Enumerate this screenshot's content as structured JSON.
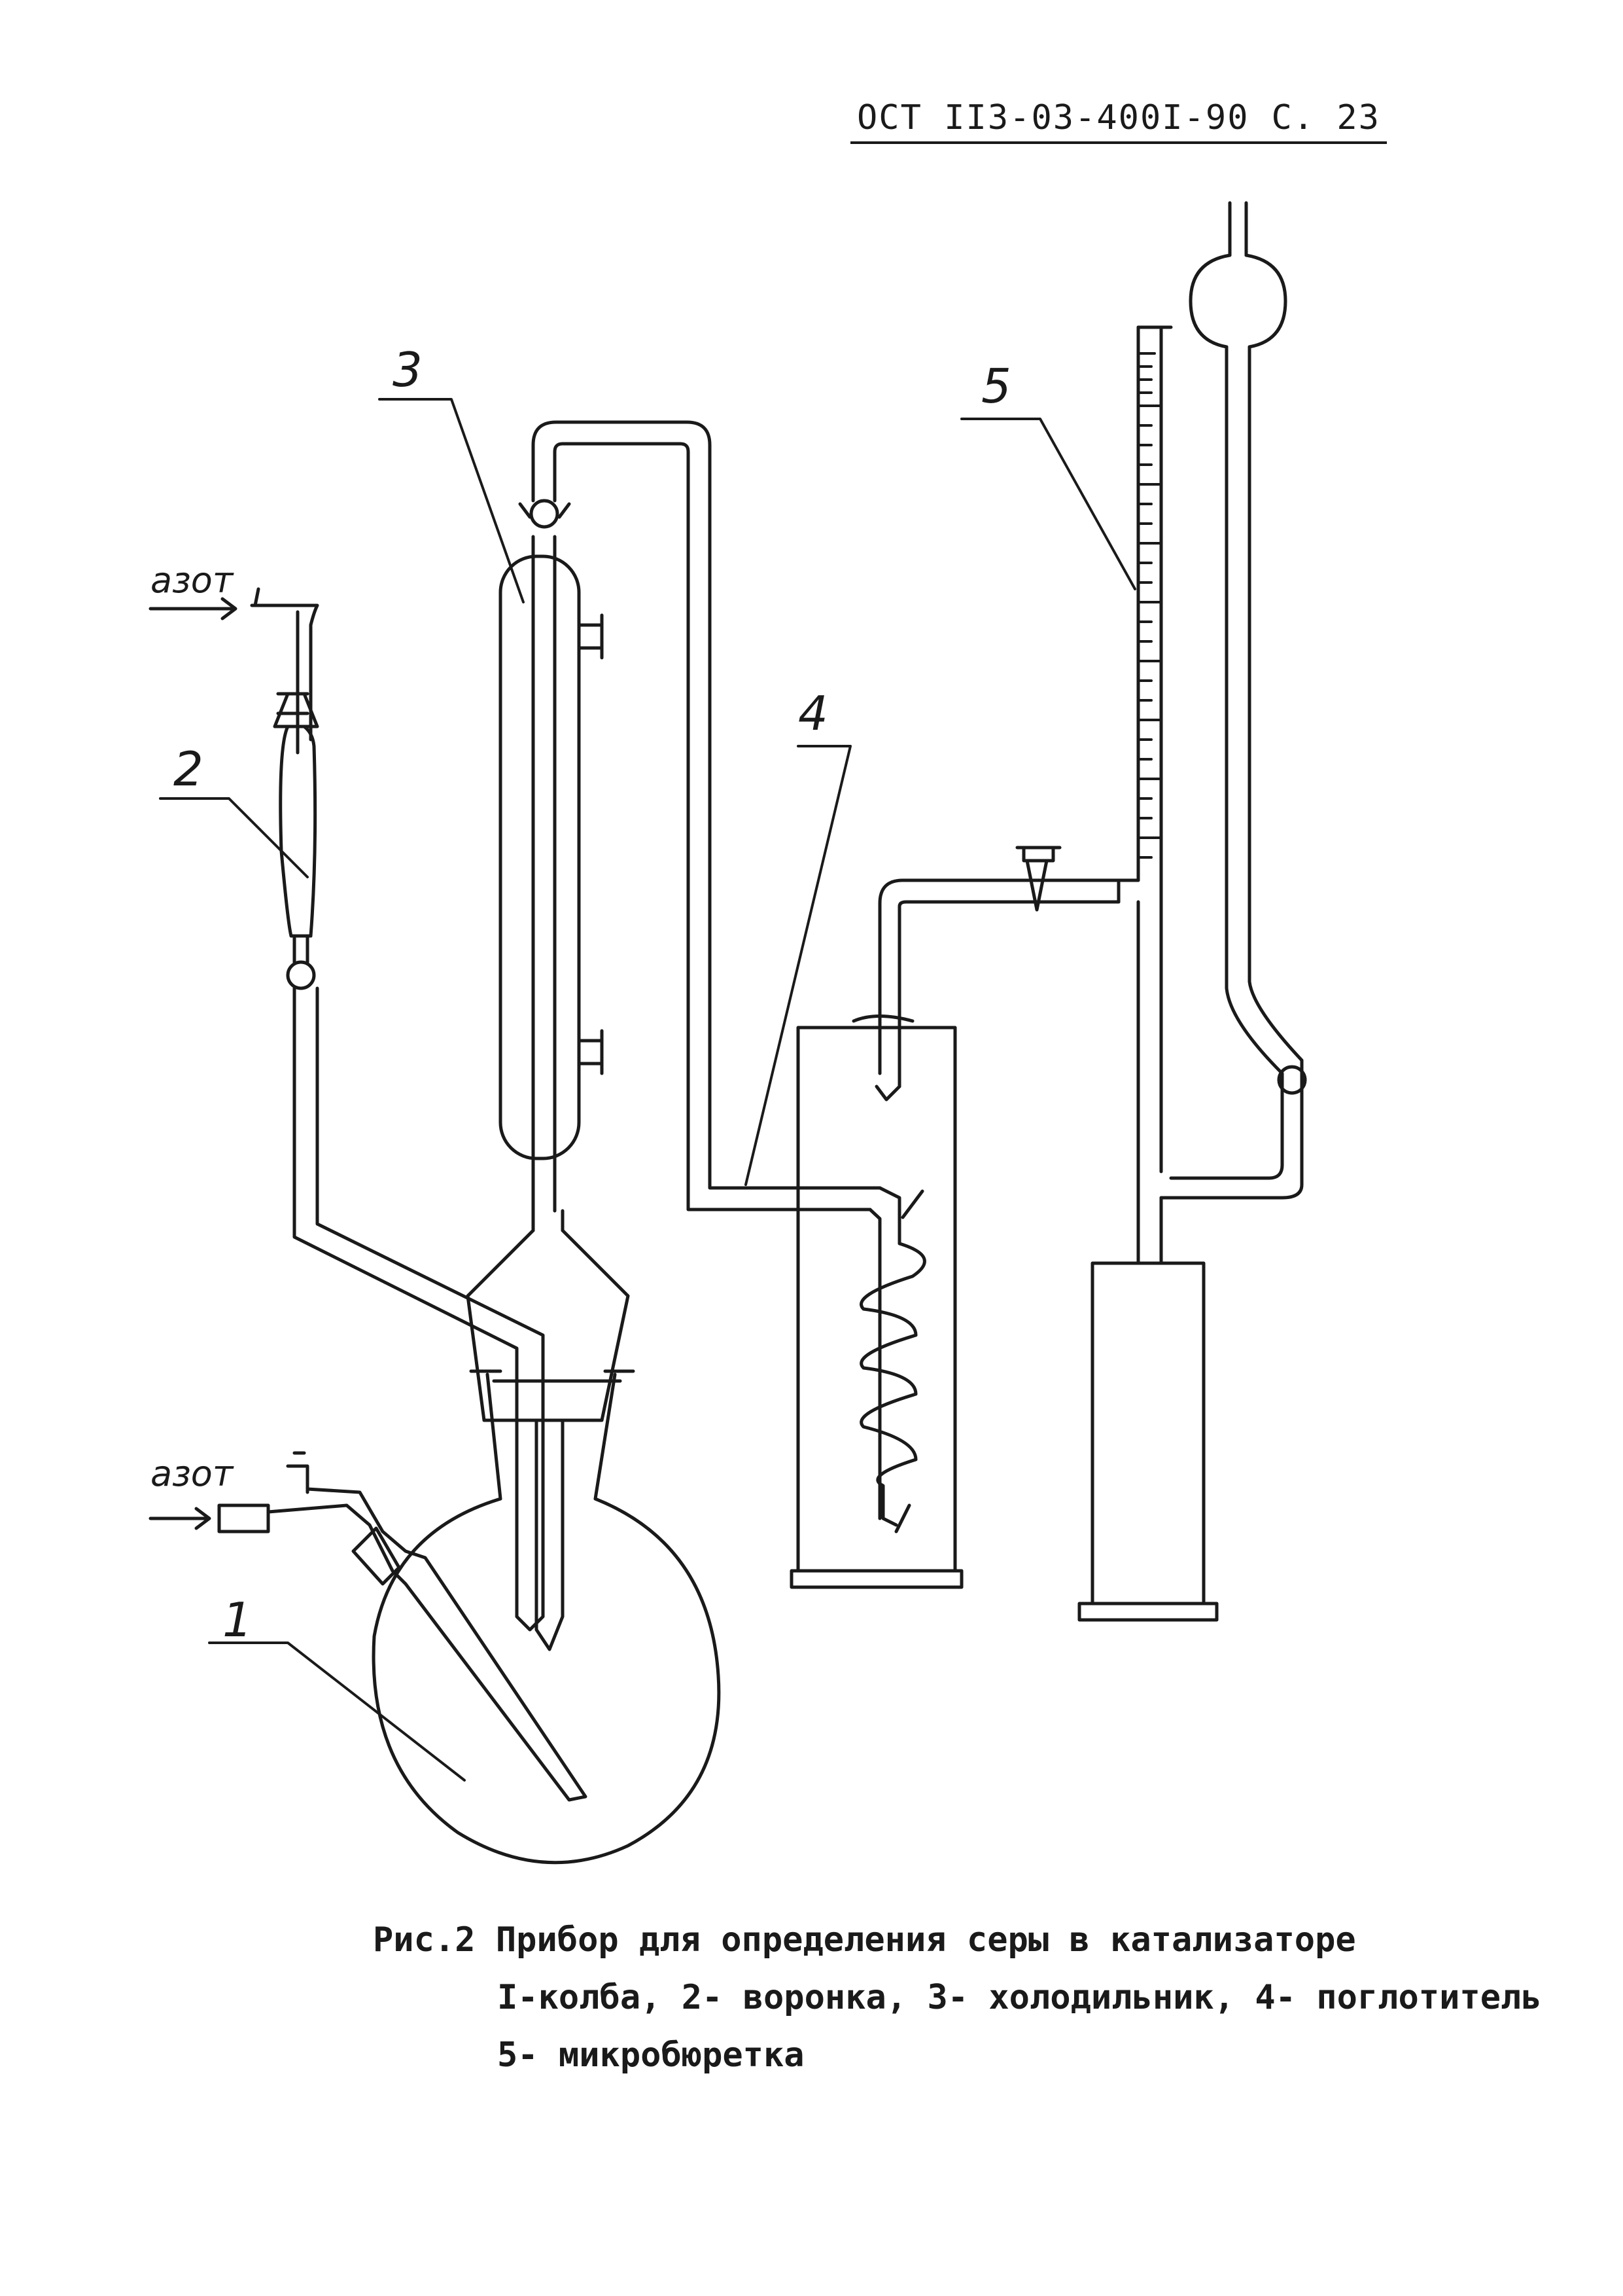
{
  "header": {
    "doc_code": "ОСТ II3-03-400I-90",
    "page_ref": "С. 23"
  },
  "figure": {
    "labels": {
      "flask": "1",
      "funnel": "2",
      "condenser": "3",
      "absorber": "4",
      "microburette": "5"
    },
    "gas_inlet_top": "азот",
    "gas_inlet_bottom": "азот"
  },
  "caption": {
    "line1": "Рис.2 Прибор для определения серы в катализаторе",
    "line2": "I-колба, 2- воронка, 3- холодильник, 4- поглотитель",
    "line3": "5- микробюретка"
  }
}
